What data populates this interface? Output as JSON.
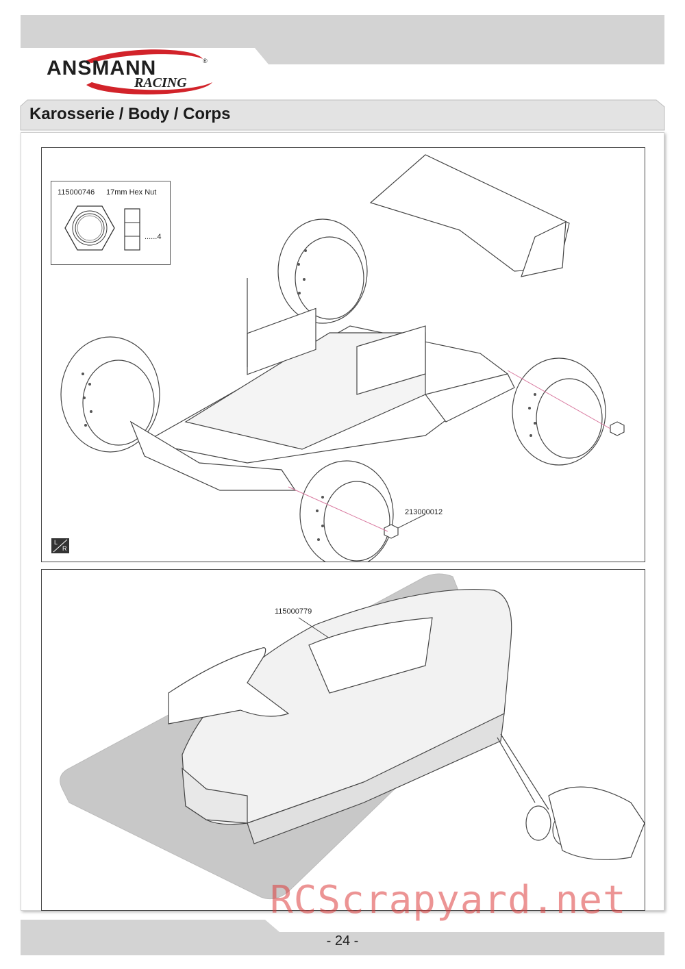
{
  "brand": {
    "name": "ANSMANN",
    "registered": "®",
    "sub": "RACING"
  },
  "section_title": "Karosserie / Body / Corps",
  "panel1": {
    "part_box": {
      "part_number": "115000746",
      "part_name": "17mm Hex Nut",
      "quantity": "......4"
    },
    "callout_part": "213000012",
    "lr_badge": [
      "L",
      "R"
    ]
  },
  "panel2": {
    "callout_part": "115000779"
  },
  "page_number": "- 24 -",
  "watermark": "RCScrapyard.net",
  "colors": {
    "header_gray": "#d3d3d3",
    "brand_red": "#d2232a",
    "brand_dark": "#1f1f1f",
    "mat_gray": "#c8c8c8"
  }
}
